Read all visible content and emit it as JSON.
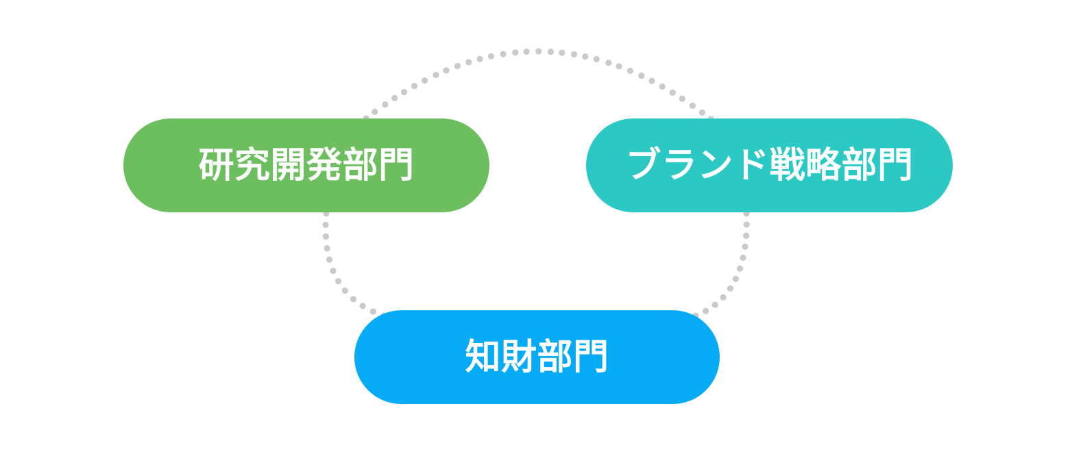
{
  "diagram": {
    "type": "cycle-triangle",
    "background_color": "#ffffff",
    "connector_color": "#c8cbce",
    "connector_style": "dotted",
    "nodes": [
      {
        "id": "rd",
        "label": "研究開発部門",
        "color": "#6cbe5f",
        "text_color": "#ffffff",
        "position": "top-left"
      },
      {
        "id": "brand",
        "label": "ブランド戦略部門",
        "color": "#2cc9c4",
        "text_color": "#ffffff",
        "position": "top-right"
      },
      {
        "id": "ip",
        "label": "知財部門",
        "color": "#06aaf5",
        "text_color": "#ffffff",
        "position": "bottom-center"
      }
    ],
    "connectors": [
      {
        "id": "rd-to-brand",
        "from": "rd",
        "to": "brand",
        "shape": "arc-over-top"
      },
      {
        "id": "rd-to-ip",
        "from": "rd",
        "to": "ip",
        "shape": "arc-left-down"
      },
      {
        "id": "brand-to-ip",
        "from": "brand",
        "to": "ip",
        "shape": "arc-right-down"
      }
    ]
  }
}
